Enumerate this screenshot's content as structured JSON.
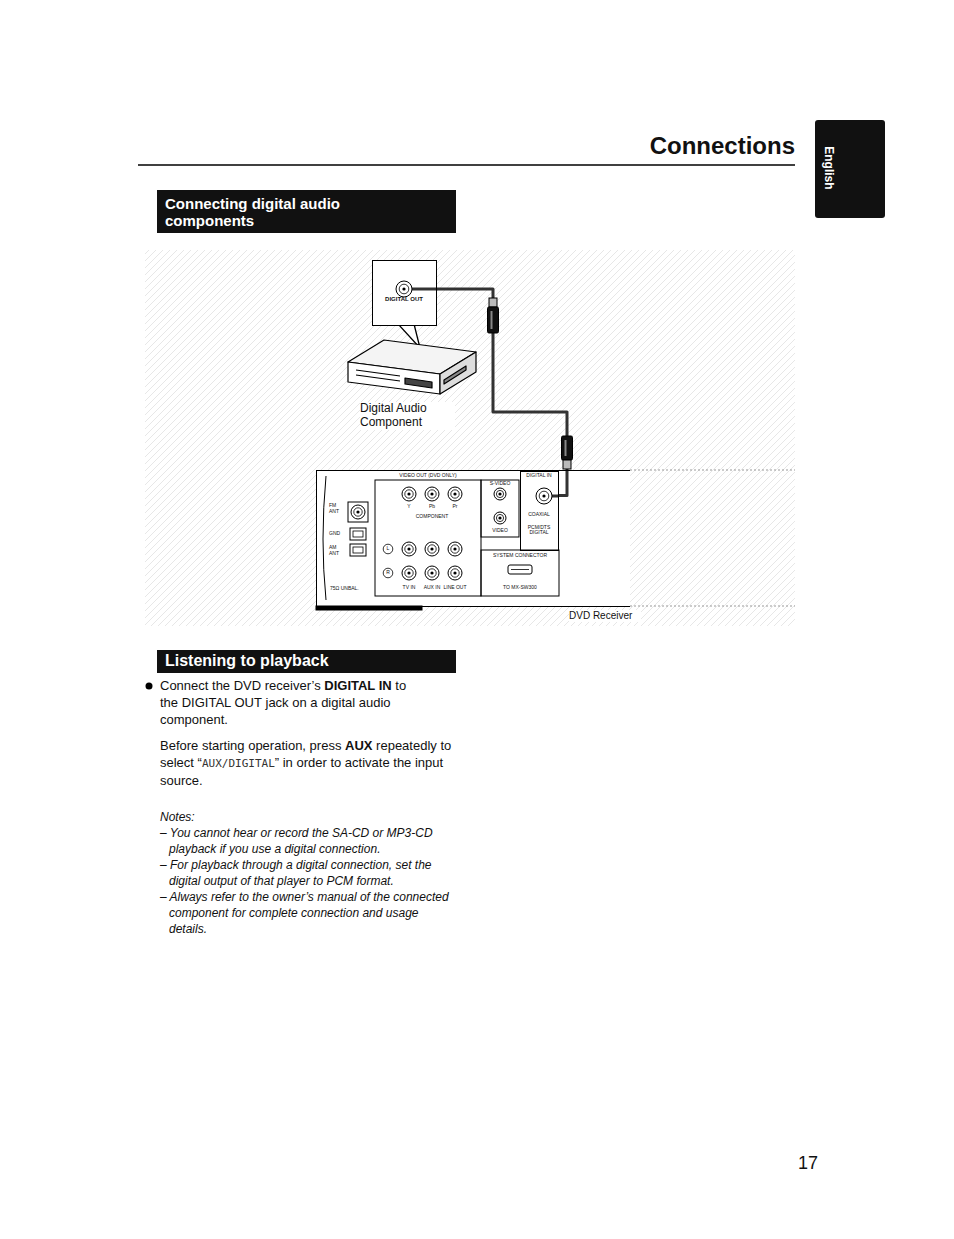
{
  "diagram": {
    "title": "Connections",
    "nodes": [
      {
        "text": [
          "DIGITAL OUT"
        ]
      },
      {
        "text": [
          "Digital Audio Component"
        ]
      },
      {
        "text": [
          "DVD Receiver"
        ]
      },
      {
        "text": [
          "DIGITAL IN",
          "COAXIAL",
          "PCM/DTS DIGITAL"
        ],
        "in": 2
      }
    ],
    "edges": [
      {
        "from": 0,
        "to": 3,
        "arrow": "none"
      }
    ],
    "labels": [
      "English",
      "Connecting digital audio components",
      "Listening to playback",
      "Connect the DVD receiver’s",
      "DIGITAL IN",
      "to the",
      "DIGITAL OUT",
      "jack on a digital audio component.",
      "Before starting operation, press",
      "AUX",
      "repeatedly to select “",
      "AUX/DIGITAL",
      "” in order to activate the input source.",
      "Notes:",
      "– You cannot hear or record the SA-CD or MP3-CD playback if you use a digital connection.",
      "– For playback through a digital connection, set the digital output of that player to PCM format.",
      "– Always refer to the owner’s manual of the connected component for complete connection and usage details.",
      "17",
      "VIDEO OUT (DVD ONLY)",
      "S-VIDEO",
      "Y",
      "Pb",
      "Pr",
      "COMPONENT",
      "VIDEO",
      "SYSTEM CONNECTOR",
      "TO MX-SW300",
      "FM ANT",
      "GND",
      "AM ANT",
      "75Ω UNBAL.",
      "TV IN",
      "AUX IN",
      "LINE OUT",
      "L",
      "R"
    ]
  }
}
